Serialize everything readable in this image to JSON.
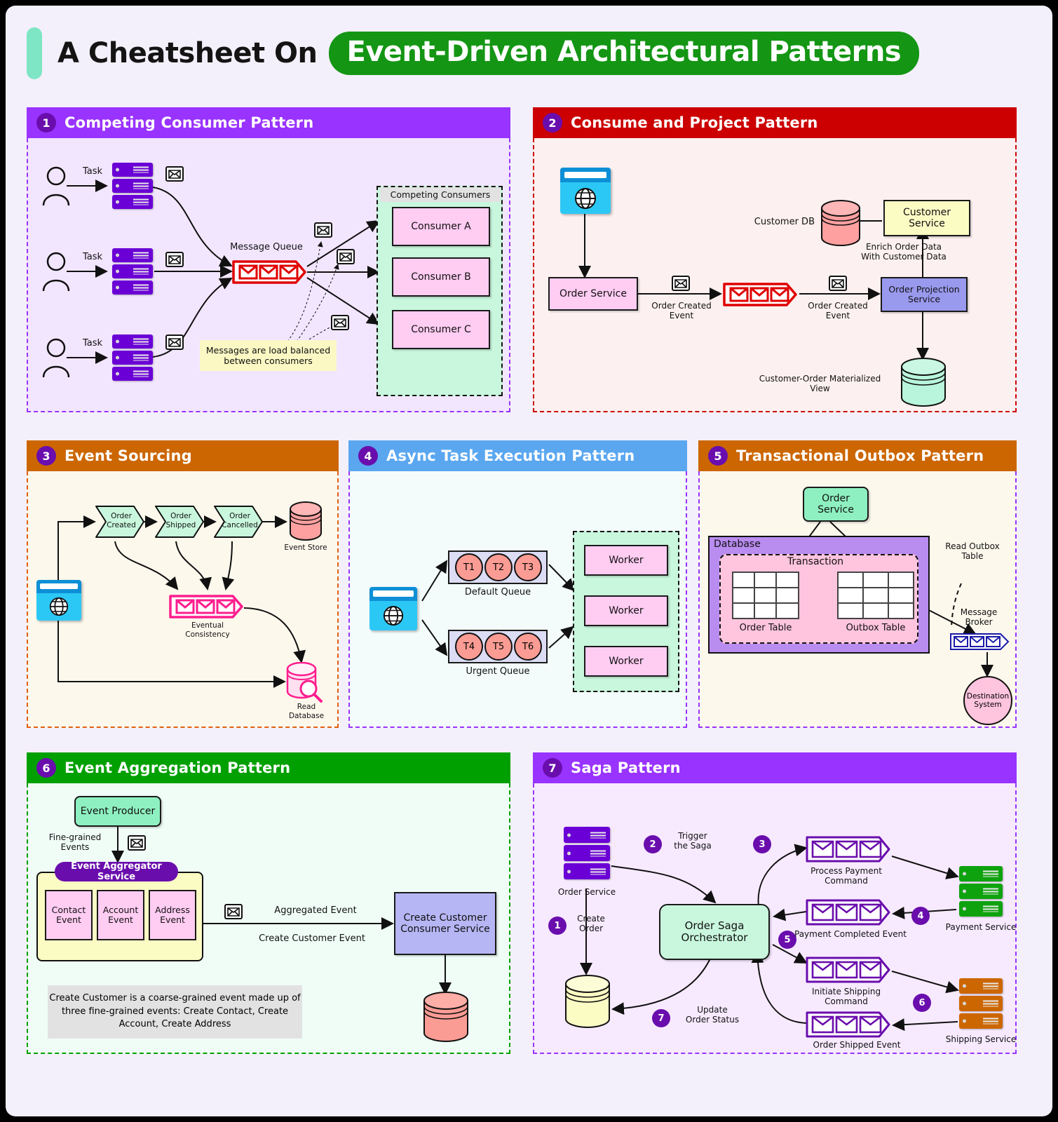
{
  "header": {
    "prefix": "A Cheatsheet On",
    "highlight": "Event-Driven Architectural Patterns",
    "accent": "#149614",
    "bar_color": "#7ee6c4"
  },
  "panels": [
    {
      "number": "1",
      "title": "Competing Consumer Pattern",
      "head_color": "#9933ff",
      "body_color": "#f2e6ff",
      "border_color": "#9933ff",
      "actors": [
        {
          "task_label": "Task"
        },
        {
          "task_label": "Task"
        },
        {
          "task_label": "Task"
        }
      ],
      "queue_label": "Message Queue",
      "group_label": "Competing Consumers",
      "consumers": [
        "Consumer A",
        "Consumer B",
        "Consumer C"
      ],
      "note": "Messages are load balanced between consumers",
      "note_line1": "Messages are load balanced",
      "note_line2": "between consumers"
    },
    {
      "number": "2",
      "title": "Consume and Project Pattern",
      "head_color": "#cc0000",
      "body_color": "#fdf0f0",
      "border_color": "#cc0000",
      "order_service": "Order Service",
      "event_label_1": "Order Created Event",
      "event_label_1_l1": "Order Created",
      "event_label_1_l2": "Event",
      "event_label_2": "Order Created Event",
      "event_label_2_l1": "Order Created",
      "event_label_2_l2": "Event",
      "customer_db": "Customer DB",
      "customer_service": "Customer Service",
      "enrich_l1": "Enrich Order Data",
      "enrich_l2": "With Customer Data",
      "projection_l1": "Order Projection",
      "projection_l2": "Service",
      "view_l1": "Customer-Order Materialized",
      "view_l2": "View"
    },
    {
      "number": "3",
      "title": "Event Sourcing",
      "head_color": "#cc6600",
      "body_color": "#fdf8ec",
      "border_color": "#e06010",
      "events": [
        {
          "l1": "Order",
          "l2": "Created"
        },
        {
          "l1": "Order",
          "l2": "Shipped"
        },
        {
          "l1": "Order",
          "l2": "Cancelled"
        }
      ],
      "event_store": "Event Store",
      "eventual_l1": "Eventual",
      "eventual_l2": "Consistency",
      "read_db_l1": "Read",
      "read_db_l2": "Database"
    },
    {
      "number": "4",
      "title": "Async Task Execution Pattern",
      "head_color": "#5aa7f0",
      "body_color": "#f3fbfb",
      "border_color": "#9933ff",
      "default_queue_label": "Default Queue",
      "urgent_queue_label": "Urgent Queue",
      "default_tasks": [
        "T1",
        "T2",
        "T3"
      ],
      "urgent_tasks": [
        "T4",
        "T5",
        "T6"
      ],
      "workers": [
        "Worker",
        "Worker",
        "Worker"
      ]
    },
    {
      "number": "5",
      "title": "Transactional Outbox Pattern",
      "head_color": "#cc6600",
      "body_color": "#fdf8ec",
      "border_color": "#9933ff",
      "order_service_l1": "Order",
      "order_service_l2": "Service",
      "database_label": "Database",
      "transaction_label": "Transaction",
      "order_table_label": "Order Table",
      "outbox_table_label": "Outbox Table",
      "read_outbox_l1": "Read Outbox",
      "read_outbox_l2": "Table",
      "message_broker_l1": "Message",
      "message_broker_l2": "Broker",
      "destination_l1": "Destination",
      "destination_l2": "System"
    },
    {
      "number": "6",
      "title": "Event Aggregation Pattern",
      "head_color": "#00a000",
      "body_color": "#f0fdf7",
      "border_color": "#00a000",
      "event_producer": "Event Producer",
      "fine_grained_l1": "Fine-grained",
      "fine_grained_l2": "Events",
      "aggregator_service": "Event Aggregator Service",
      "sub_events": [
        {
          "l1": "Contact",
          "l2": "Event"
        },
        {
          "l1": "Account",
          "l2": "Event"
        },
        {
          "l1": "Address",
          "l2": "Event"
        }
      ],
      "aggregated_event": "Aggregated Event",
      "create_customer_event": "Create Customer Event",
      "consumer_l1": "Create Customer",
      "consumer_l2": "Consumer Service",
      "note_l1": "Create Customer is a coarse-grained event made up of",
      "note_l2": "three fine-grained events: Create Contact, Create",
      "note_l3": "Account, Create Address"
    },
    {
      "number": "7",
      "title": "Saga Pattern",
      "head_color": "#9933ff",
      "body_color": "#f7eaff",
      "border_color": "#9933ff",
      "order_service": "Order Service",
      "orchestrator_l1": "Order Saga",
      "orchestrator_l2": "Orchestrator",
      "steps": [
        {
          "n": "1",
          "l1": "Create",
          "l2": "Order"
        },
        {
          "n": "2",
          "l1": "Trigger",
          "l2": "the Saga"
        },
        {
          "n": "3",
          "l1": "",
          "l2": ""
        },
        {
          "n": "4",
          "l1": "",
          "l2": ""
        },
        {
          "n": "5",
          "l1": "",
          "l2": ""
        },
        {
          "n": "6",
          "l1": "",
          "l2": ""
        },
        {
          "n": "7",
          "l1": "Update",
          "l2": "Order Status"
        }
      ],
      "process_payment_l1": "Process Payment",
      "process_payment_l2": "Command",
      "payment_completed": "Payment Completed Event",
      "initiate_shipping_l1": "Initiate Shipping",
      "initiate_shipping_l2": "Command",
      "order_shipped": "Order Shipped Event",
      "payment_service": "Payment Service",
      "shipping_service": "Shipping Service"
    }
  ]
}
